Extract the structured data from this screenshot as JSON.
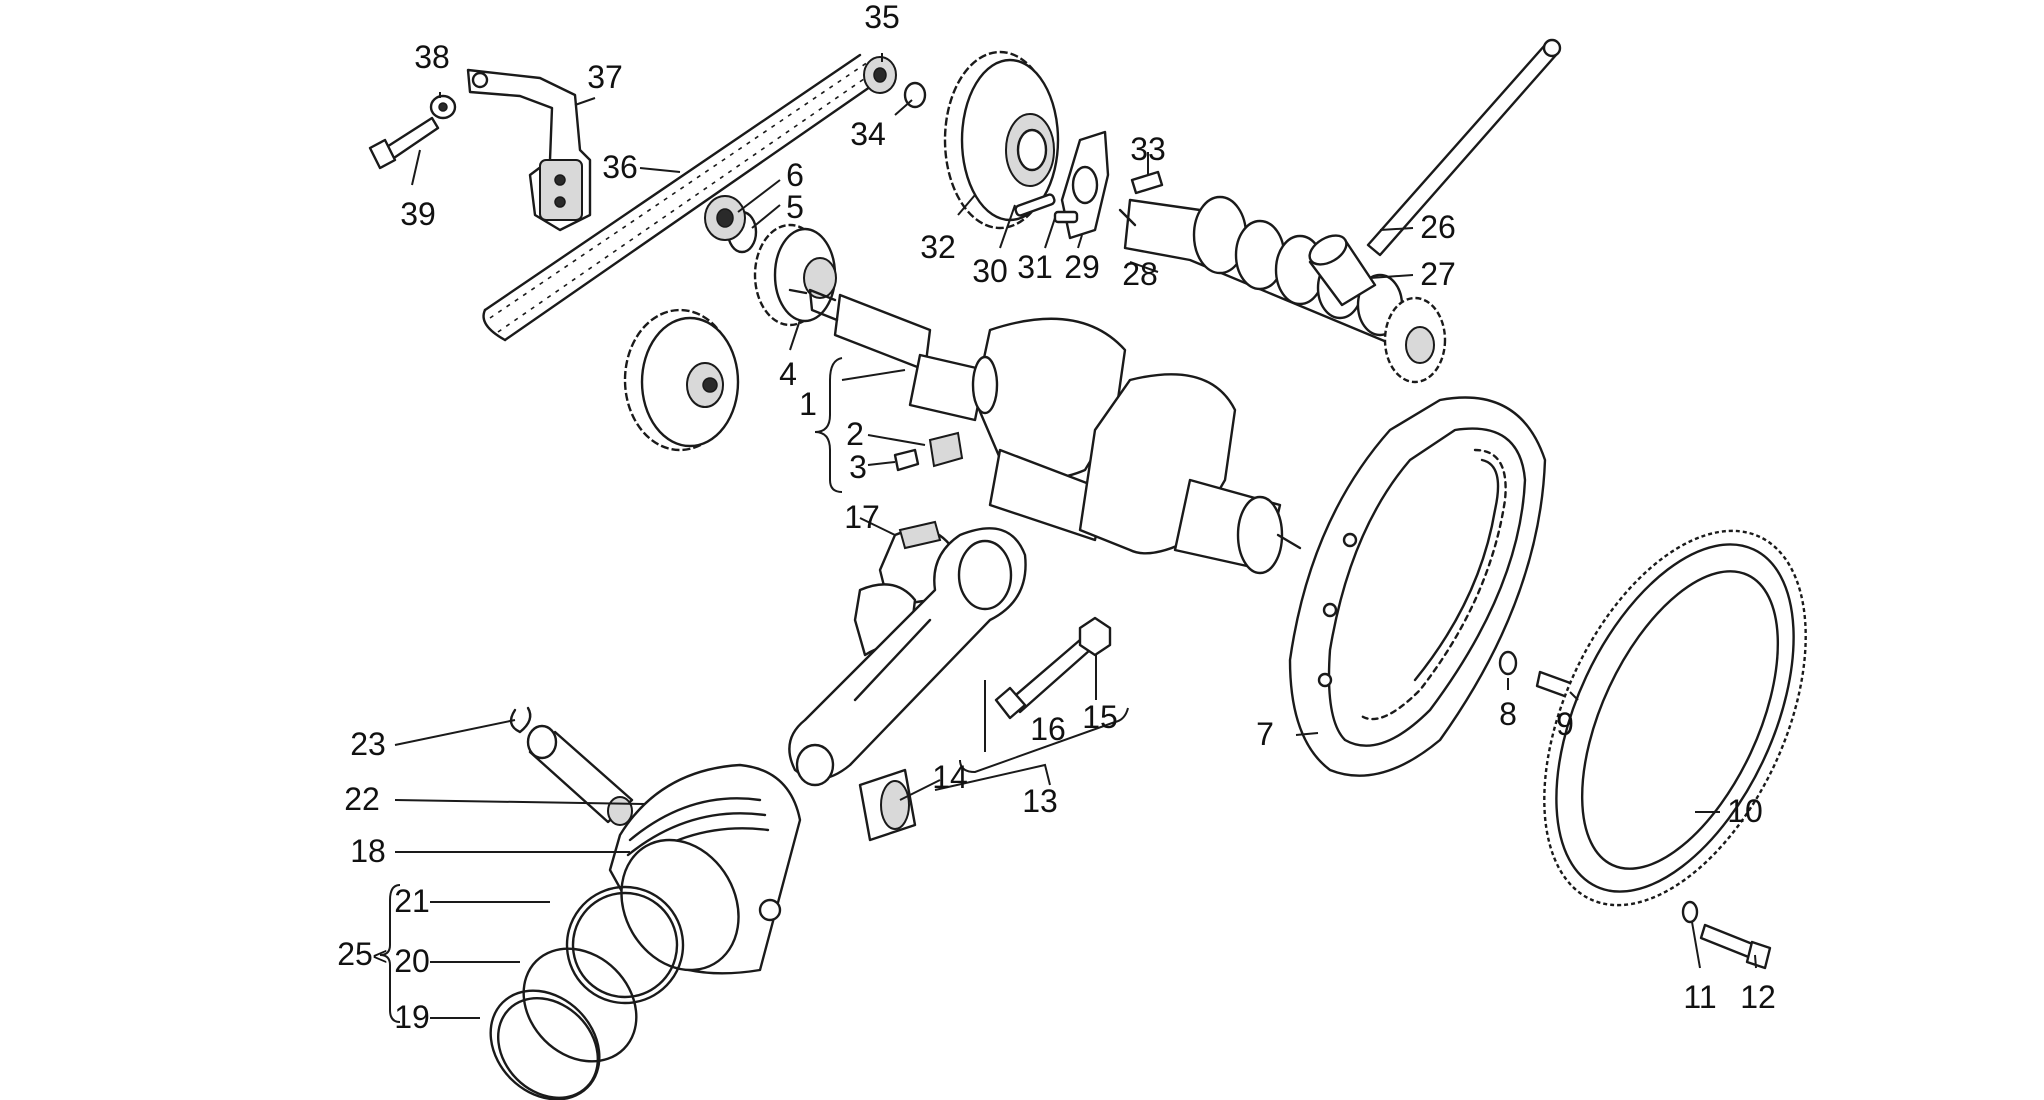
{
  "callouts": [
    {
      "id": "c1",
      "label": "1"
    },
    {
      "id": "c2",
      "label": "2"
    },
    {
      "id": "c3",
      "label": "3"
    },
    {
      "id": "c4",
      "label": "4"
    },
    {
      "id": "c5",
      "label": "5"
    },
    {
      "id": "c6",
      "label": "6"
    },
    {
      "id": "c7",
      "label": "7"
    },
    {
      "id": "c8",
      "label": "8"
    },
    {
      "id": "c9",
      "label": "9"
    },
    {
      "id": "c10",
      "label": "10"
    },
    {
      "id": "c11",
      "label": "11"
    },
    {
      "id": "c12",
      "label": "12"
    },
    {
      "id": "c13",
      "label": "13"
    },
    {
      "id": "c14",
      "label": "14"
    },
    {
      "id": "c15",
      "label": "15"
    },
    {
      "id": "c16",
      "label": "16"
    },
    {
      "id": "c17",
      "label": "17"
    },
    {
      "id": "c18",
      "label": "18"
    },
    {
      "id": "c19",
      "label": "19"
    },
    {
      "id": "c20",
      "label": "20"
    },
    {
      "id": "c21",
      "label": "21"
    },
    {
      "id": "c22",
      "label": "22"
    },
    {
      "id": "c23",
      "label": "23"
    },
    {
      "id": "c25",
      "label": "25"
    },
    {
      "id": "c26",
      "label": "26"
    },
    {
      "id": "c27",
      "label": "27"
    },
    {
      "id": "c28",
      "label": "28"
    },
    {
      "id": "c29",
      "label": "29"
    },
    {
      "id": "c30",
      "label": "30"
    },
    {
      "id": "c31",
      "label": "31"
    },
    {
      "id": "c32",
      "label": "32"
    },
    {
      "id": "c33",
      "label": "33"
    },
    {
      "id": "c34",
      "label": "34"
    },
    {
      "id": "c35",
      "label": "35"
    },
    {
      "id": "c36",
      "label": "36"
    },
    {
      "id": "c37",
      "label": "37"
    },
    {
      "id": "c38",
      "label": "38"
    },
    {
      "id": "c39",
      "label": "39"
    }
  ],
  "colors": {
    "ink": "#1a1a1a",
    "paper": "#ffffff",
    "shade": "#d9d9d9"
  }
}
